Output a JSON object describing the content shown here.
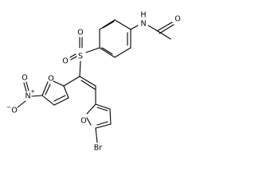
{
  "molecule": {
    "atoms": {
      "nh": "N",
      "nh_h": "H",
      "carbonyl_o": "O",
      "sulfur": "S",
      "sulfonyl_o1": "O",
      "sulfonyl_o2": "O",
      "nitrofuran_o": "O",
      "nitro_n": "N",
      "nitro_n_charge": "+",
      "nitro_o_top": "O",
      "nitro_o_bottom": "O",
      "nitro_o_charge": "−",
      "bromofuran_o": "O",
      "bromine": "Br"
    },
    "colors": {
      "stroke": "#000000",
      "background": "#ffffff"
    }
  }
}
